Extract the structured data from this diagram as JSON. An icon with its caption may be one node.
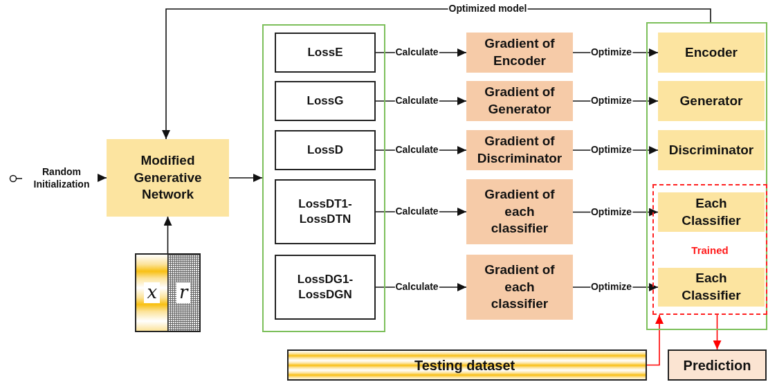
{
  "diagram": {
    "nodes": [
      {
        "text": [
          "Random Initialization"
        ]
      },
      {
        "text": [
          "Modified Generative Network"
        ]
      },
      {
        "text": [
          "x",
          "r"
        ]
      },
      {
        "text": [],
        "shape": "box"
      },
      {
        "text": [
          "LossE"
        ],
        "in": 3
      },
      {
        "text": [
          "LossG"
        ],
        "in": 3
      },
      {
        "text": [
          "LossD"
        ],
        "in": 3
      },
      {
        "text": [
          "LossDT1- LossDTN"
        ],
        "in": 3
      },
      {
        "text": [
          "LossDG1- LossDGN"
        ],
        "in": 3
      },
      {
        "text": [
          "Gradient of Encoder"
        ]
      },
      {
        "text": [
          "Gradient of Generator"
        ]
      },
      {
        "text": [
          "Gradient of Discriminator"
        ]
      },
      {
        "text": [
          "Gradient of each classifier"
        ]
      },
      {
        "text": [
          "Gradient of each classifier"
        ]
      },
      {
        "text": [],
        "shape": "box"
      },
      {
        "text": [
          "Encoder"
        ],
        "in": 14
      },
      {
        "text": [
          "Generator"
        ],
        "in": 14
      },
      {
        "text": [
          "Discriminator"
        ],
        "in": 14
      },
      {
        "text": [
          "Trained"
        ],
        "in": 14
      },
      {
        "text": [
          "Each Classifier"
        ],
        "in": 18
      },
      {
        "text": [
          "Each Classifier"
        ],
        "in": 18
      },
      {
        "text": [
          "Testing dataset"
        ]
      },
      {
        "text": [
          "Prediction"
        ]
      }
    ],
    "edges": [
      {
        "from": 0,
        "to": 1,
        "arrow": "to"
      },
      {
        "from": 2,
        "to": 1,
        "arrow": "to"
      },
      {
        "from": 1,
        "to": 3,
        "arrow": "to"
      },
      {
        "from": 14,
        "to": 1,
        "arrow": "to",
        "label": "Optimized model"
      },
      {
        "from": 4,
        "to": 9,
        "arrow": "to",
        "label": "Calculate"
      },
      {
        "from": 5,
        "to": 10,
        "arrow": "to",
        "label": "Calculate"
      },
      {
        "from": 6,
        "to": 11,
        "arrow": "to",
        "label": "Calculate"
      },
      {
        "from": 7,
        "to": 12,
        "arrow": "to",
        "label": "Calculate"
      },
      {
        "from": 8,
        "to": 13,
        "arrow": "to",
        "label": "Calculate"
      },
      {
        "from": 9,
        "to": 15,
        "arrow": "to",
        "label": "Optimize"
      },
      {
        "from": 10,
        "to": 16,
        "arrow": "to",
        "label": "Optimize"
      },
      {
        "from": 11,
        "to": 17,
        "arrow": "to",
        "label": "Optimize"
      },
      {
        "from": 12,
        "to": 19,
        "arrow": "to",
        "label": "Optimize"
      },
      {
        "from": 13,
        "to": 20,
        "arrow": "to",
        "label": "Optimize"
      },
      {
        "from": 21,
        "to": 18,
        "arrow": "to",
        "color": "#ff0000"
      },
      {
        "from": 18,
        "to": 22,
        "arrow": "to",
        "color": "#ff0000"
      }
    ]
  }
}
